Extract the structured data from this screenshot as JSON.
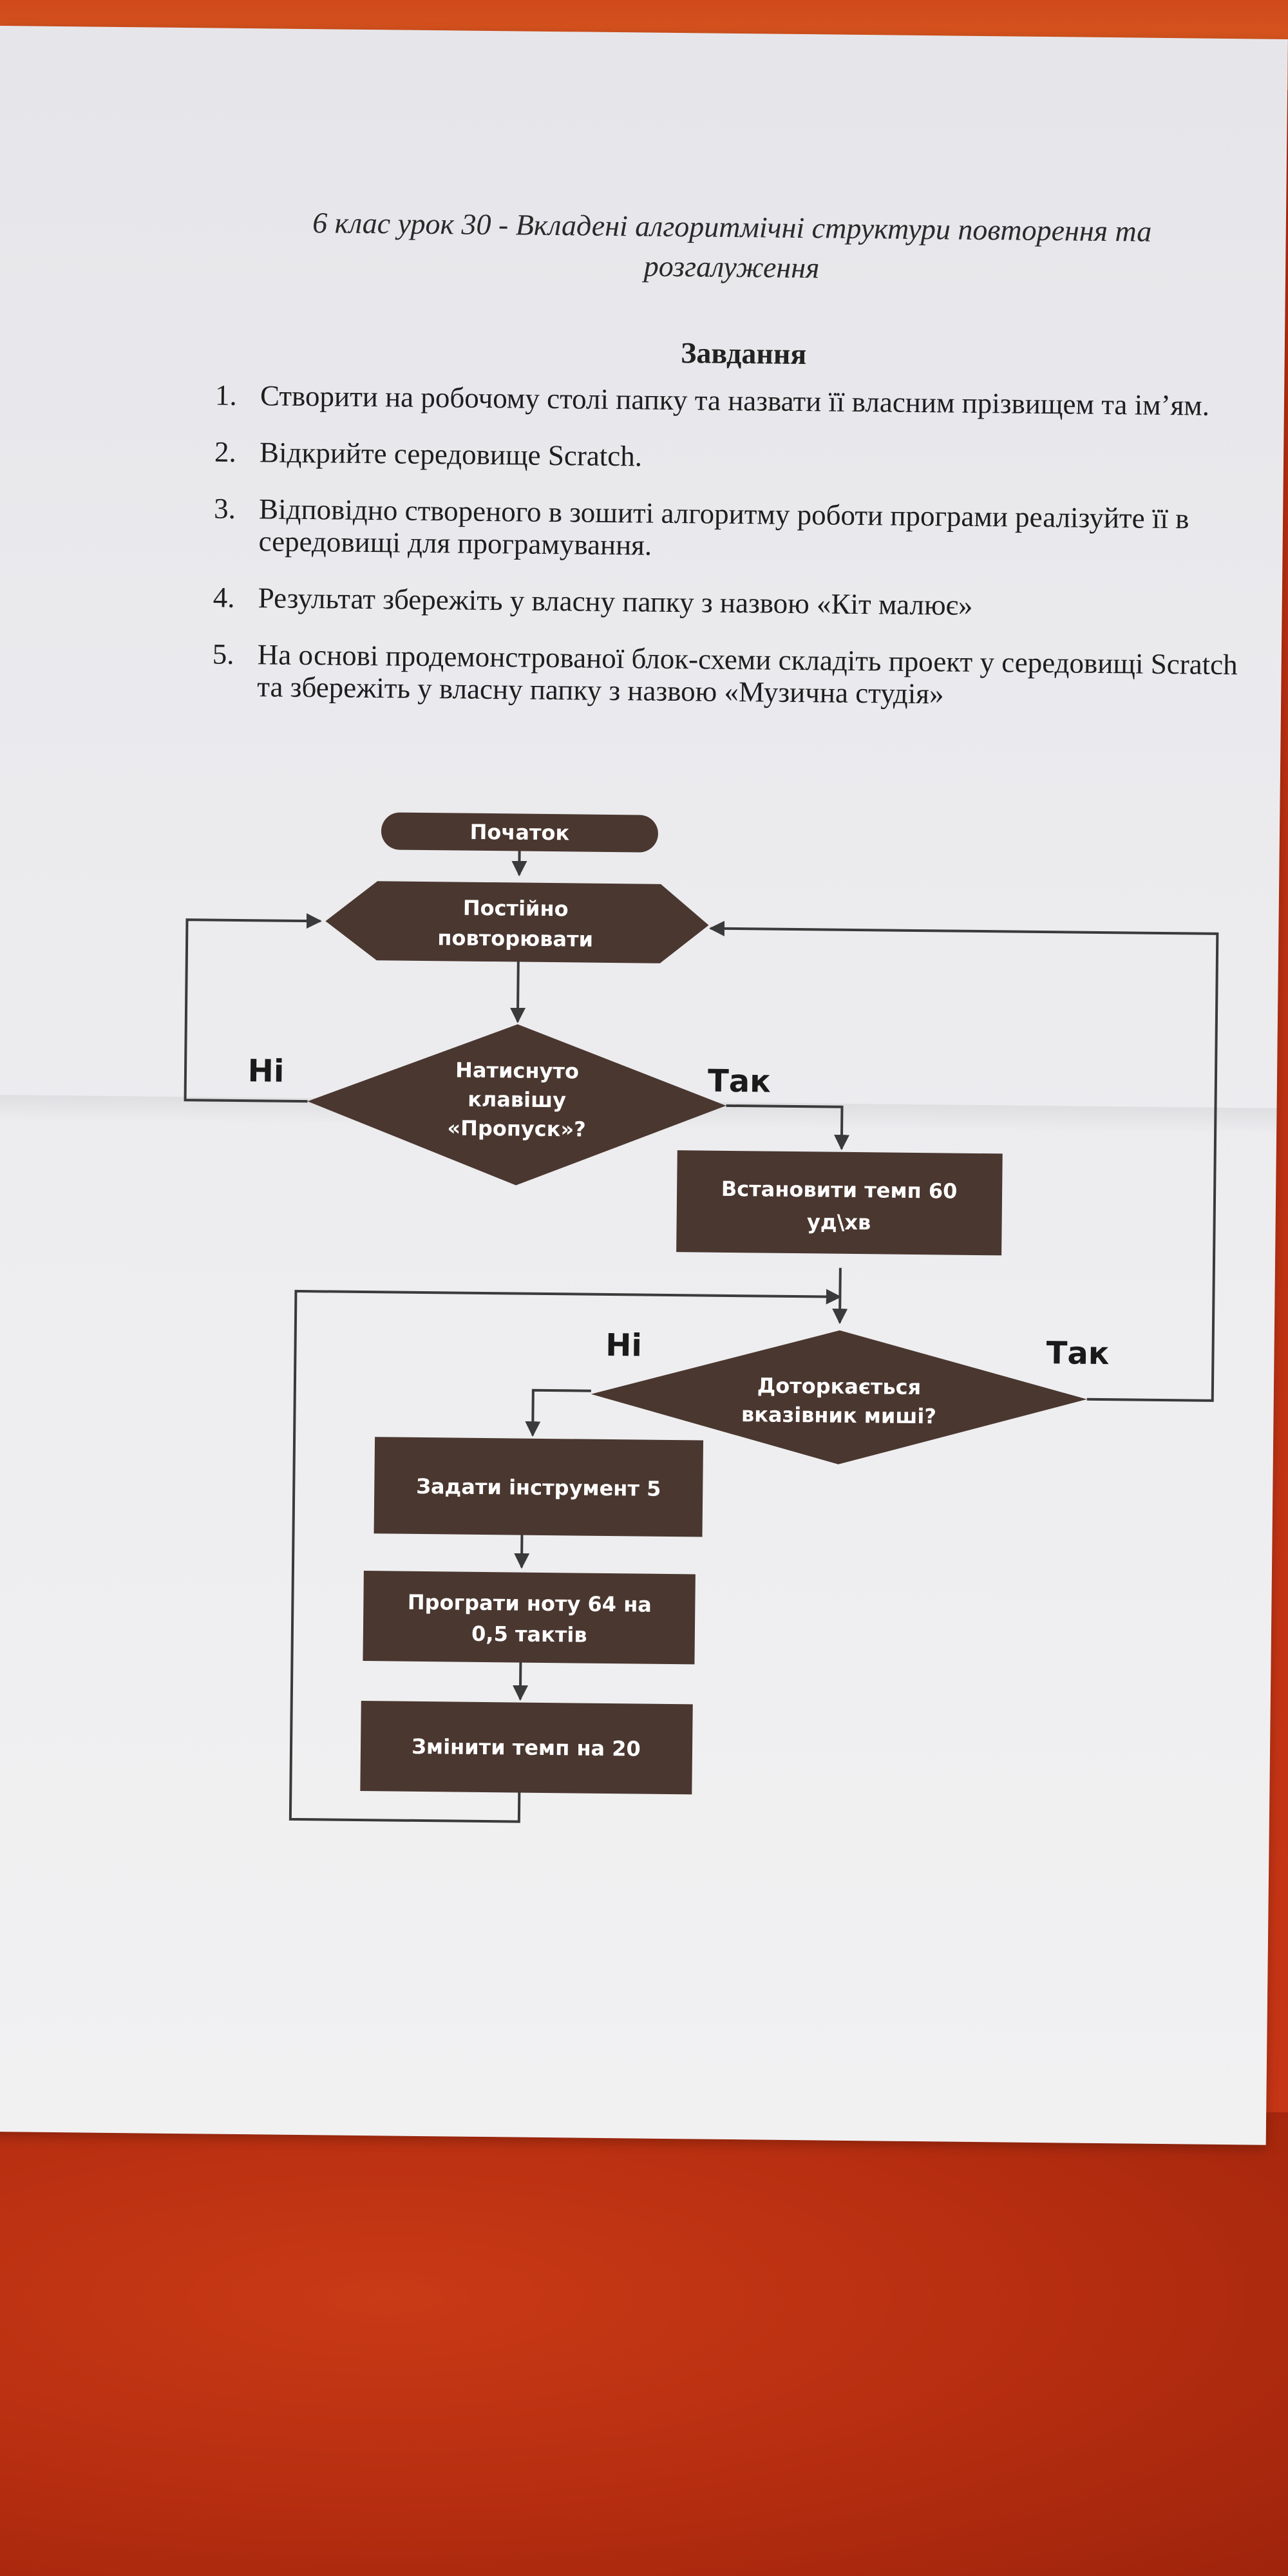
{
  "document": {
    "header_line1": "6 клас урок 30 - Вкладені алгоритмічні структури повторення та",
    "header_line2": "розгалуження",
    "task_title": "Завдання",
    "tasks": [
      {
        "num": "1.",
        "text": "Створити на робочому столі папку та назвати її власним прізвищем та ім’ям."
      },
      {
        "num": "2.",
        "text": "Відкрийте середовище Scratch."
      },
      {
        "num": "3.",
        "text": "Відповідно створеного в зошиті алгоритму роботи програми реалізуйте її в середовищі для програмування."
      },
      {
        "num": "4.",
        "text": "Результат збережіть у власну папку з назвою «Кіт малює»"
      },
      {
        "num": "5.",
        "text": "На основі продемонстрованої блок-схеми складіть проект у середовищі Scratch та збережіть у власну папку з назвою «Музична студія»"
      }
    ]
  },
  "flowchart": {
    "start": "Початок",
    "loop_line1": "Постійно",
    "loop_line2": "повторювати",
    "cond1_line1": "Натиснуто",
    "cond1_line2": "клавішу",
    "cond1_line3": "«Пропуск»?",
    "cond1_no": "Ні",
    "cond1_yes": "Так",
    "set_tempo_line1": "Встановити темп 60",
    "set_tempo_line2": "уд\\хв",
    "cond2_line1": "Доторкається",
    "cond2_line2": "вказівник миші?",
    "cond2_no": "Ні",
    "cond2_yes": "Так",
    "instrument": "Задати інструмент 5",
    "play_line1": "Програти ноту 64 на",
    "play_line2": "0,5 тактів",
    "change_tempo": "Змінити темп на 20",
    "colors": {
      "shape_fill": "#4a3730",
      "text": "#ffffff",
      "line": "#3a3a3a"
    }
  }
}
